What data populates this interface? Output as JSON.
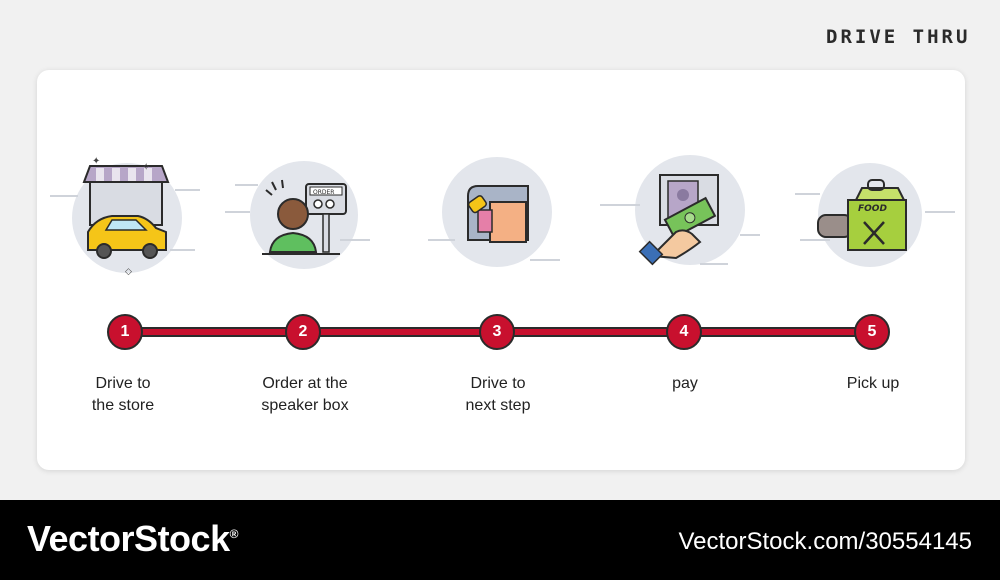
{
  "header": {
    "title": "DRIVE THRU"
  },
  "steps": [
    {
      "number": "1",
      "line1": "Drive to",
      "line2": "the store",
      "icon": "car-at-store-icon"
    },
    {
      "number": "2",
      "line1": "Order at the",
      "line2": "speaker box",
      "icon": "order-speaker-icon"
    },
    {
      "number": "3",
      "line1": "Drive to",
      "line2": "next step",
      "icon": "drive-window-icon"
    },
    {
      "number": "4",
      "line1": "pay",
      "line2": "",
      "icon": "payment-hand-icon"
    },
    {
      "number": "5",
      "line1": "Pick up",
      "line2": "",
      "icon": "food-bag-icon"
    }
  ],
  "colors": {
    "accent": "#c8102e",
    "outline": "#2b2b2b",
    "page": "#f1f1f1"
  },
  "footer": {
    "brand": "VectorStock",
    "brand_mark": "®",
    "url": "VectorStock.com/30554145"
  }
}
